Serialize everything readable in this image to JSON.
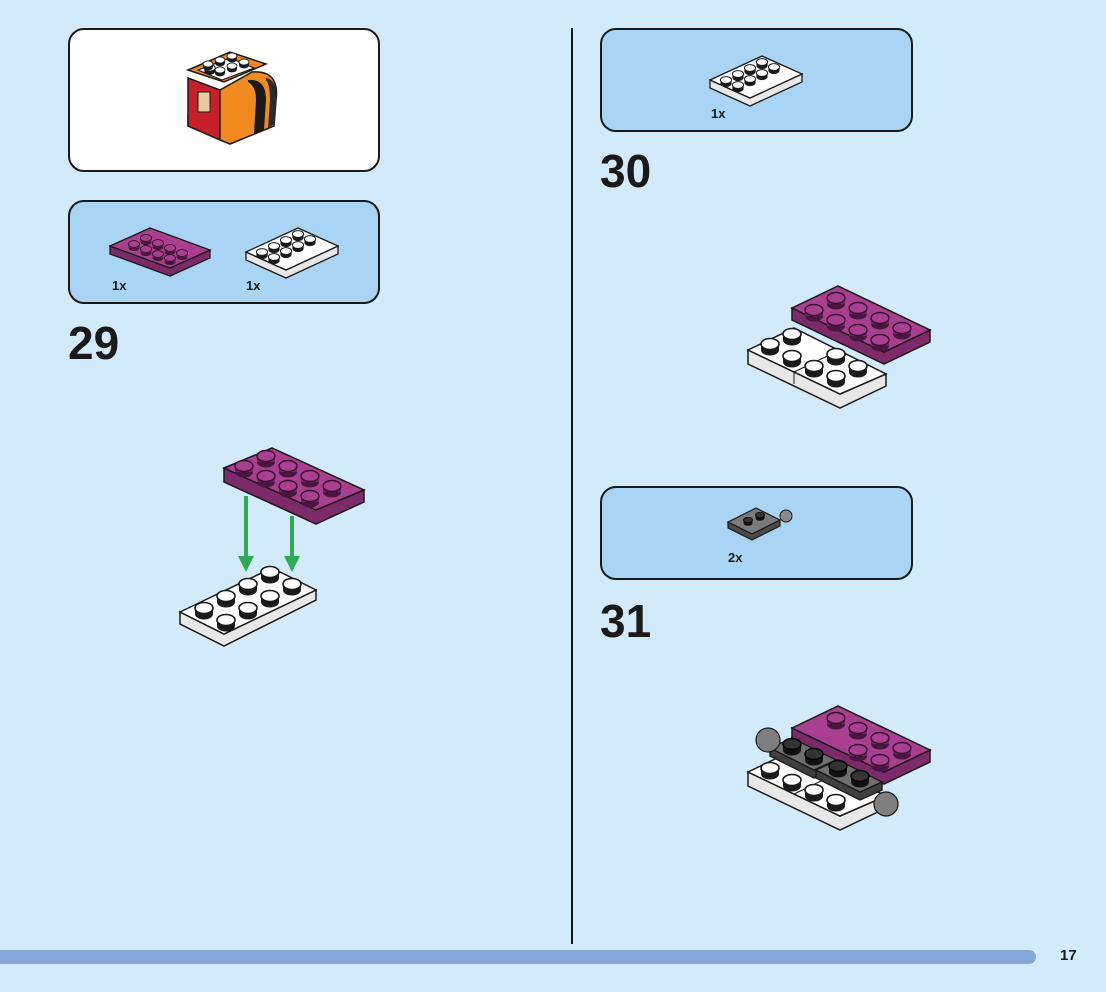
{
  "left_column": {
    "step29": {
      "number": "29",
      "parts": [
        {
          "part": "purple-plate-2x4",
          "color": "#9b3a86",
          "qty": "1x"
        },
        {
          "part": "white-plate-2x4",
          "color": "#ffffff",
          "qty": "1x"
        }
      ],
      "arrow_color": "#2faa55"
    }
  },
  "right_column": {
    "step30": {
      "number": "30",
      "parts": [
        {
          "part": "white-plate-2x4",
          "color": "#ffffff",
          "qty": "1x"
        }
      ]
    },
    "step31": {
      "number": "31",
      "parts": [
        {
          "part": "dark-gray-plate-with-ball",
          "color": "#6b6b6b",
          "qty": "2x"
        }
      ]
    }
  },
  "footer": {
    "page_number": "17"
  }
}
